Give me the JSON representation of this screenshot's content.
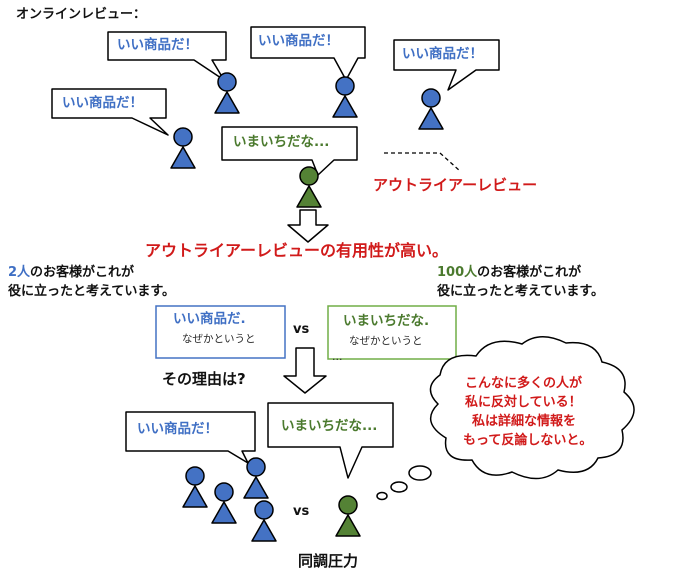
{
  "title": "オンラインレビュー：",
  "bubbles_top": {
    "good": "いい商品だ！",
    "bad": "いまいちだな..."
  },
  "outlier_label": "アウトライアーレビュー",
  "conclusion": "アウトライアーレビューの有用性が高い。",
  "left_helpful": {
    "count": "2人",
    "line1_rest": "のお客様がこれが",
    "line2": "役に立ったと考えています。"
  },
  "right_helpful": {
    "count": "100人",
    "line1_rest": "のお客様がこれが",
    "line2": "役に立ったと考えています。"
  },
  "left_card": {
    "title": "いい商品だ.",
    "sub": "なぜかというと"
  },
  "right_card": {
    "title": "いまいちだな.",
    "sub": "なぜかというと",
    "ellipsis": "…"
  },
  "vs": "vs",
  "reason_question": "その理由は?",
  "bubbles_bottom": {
    "good": "いい商品だ！",
    "bad": "いまいちだな..."
  },
  "thought_lines": [
    "こんなに多くの人が",
    "私に反対している！",
    "私は詳細な情報を",
    "もって反論しないと。"
  ],
  "caption": "同調圧力",
  "colors": {
    "blue": "#3f6fc4",
    "green": "#4b7a2e",
    "red": "#d11a1a"
  }
}
